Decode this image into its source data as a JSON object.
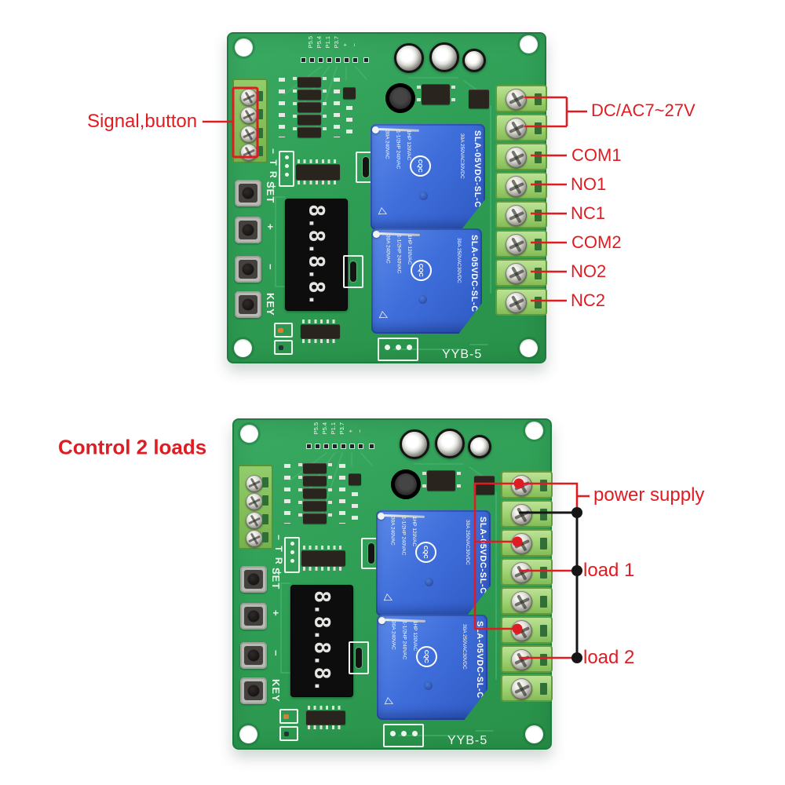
{
  "colors": {
    "annotation_red": "#e01c23",
    "wire_black": "#161616",
    "pcb_green": "#2f9e55",
    "relay_blue": "#3f6edb",
    "terminal_green": "#9bcf6d"
  },
  "top_board": {
    "signal_label": "Signal,button",
    "power_label": "DC/AC7~27V",
    "terminal_labels": [
      "COM1",
      "NO1",
      "NC1",
      "COM2",
      "NO2",
      "NC2"
    ]
  },
  "bottom_board": {
    "title": "Control 2 loads",
    "power_label": "power supply",
    "load_labels": [
      "load 1",
      "load 2"
    ]
  },
  "board": {
    "model": "YYB-5",
    "display_value": "8.8.8.8.",
    "button_labels": [
      "SET",
      "+",
      "−",
      "KEY"
    ],
    "header_pin_labels": [
      "P5.5",
      "P5.4",
      "P1.1",
      "P3.7",
      "+",
      "−"
    ],
    "terminal_silkscreen": "− T R +",
    "relay": {
      "model": "SLA-05VDC-SL-C",
      "rating_main": "30A 250VAC30VDC",
      "rating_hp1": "1HP 120VAC",
      "rating_hp2": "1-1/2HP 240VAC",
      "rating_a": "30A 240VAC",
      "cert_mark": "CQC",
      "logo_glyph": "△"
    }
  }
}
